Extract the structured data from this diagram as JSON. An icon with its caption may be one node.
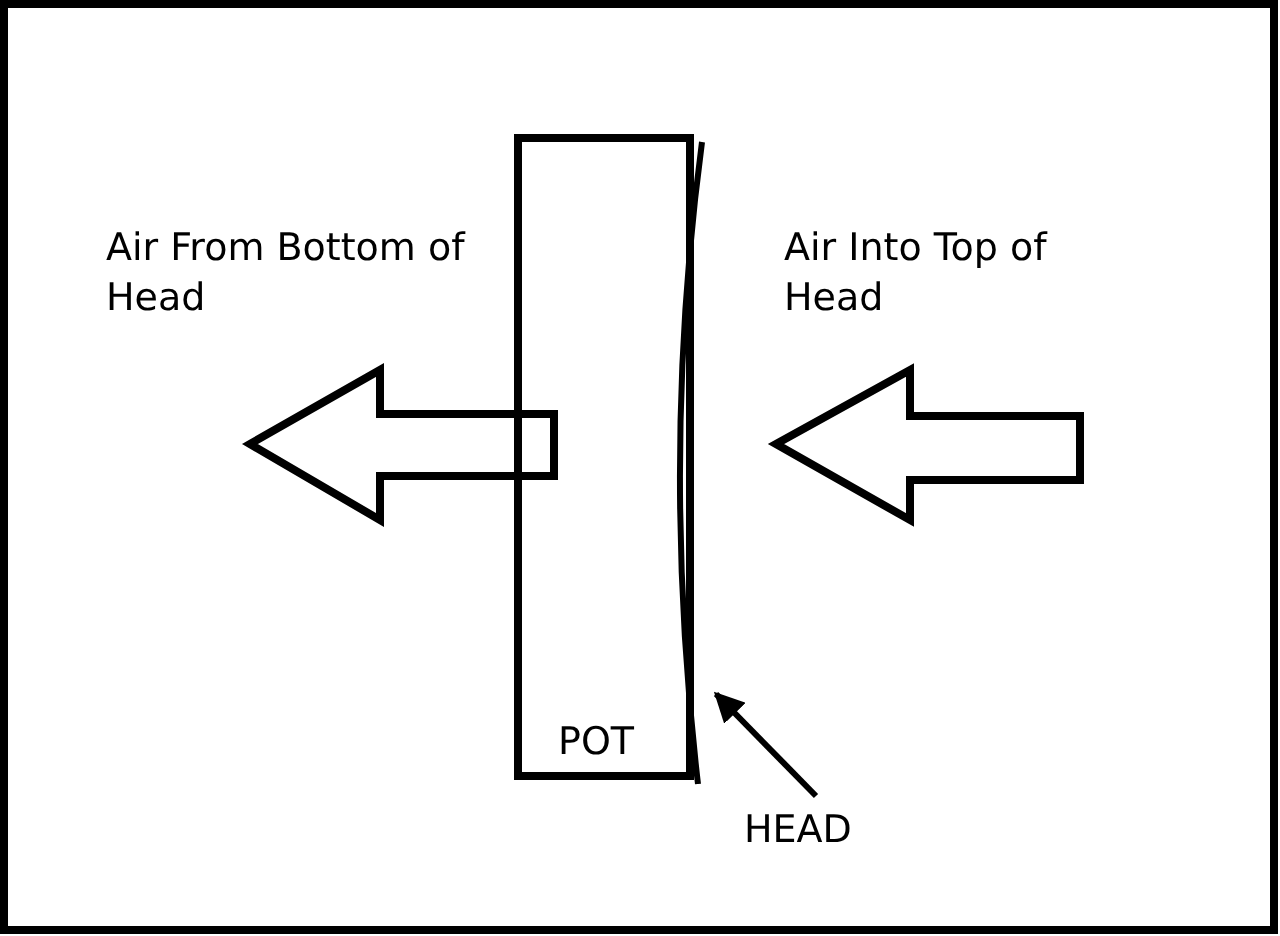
{
  "diagram": {
    "nodes": [
      {
        "text": [
          "POT"
        ]
      },
      {
        "text": [],
        "shape": "curve",
        "in": 0
      },
      {
        "text": [
          "HEAD"
        ]
      }
    ],
    "edges": [
      {
        "from": 2,
        "to": 1,
        "arrow": "to"
      }
    ],
    "labels": [
      "Air From Bottom of Head",
      "Air Into Top of Head"
    ]
  }
}
